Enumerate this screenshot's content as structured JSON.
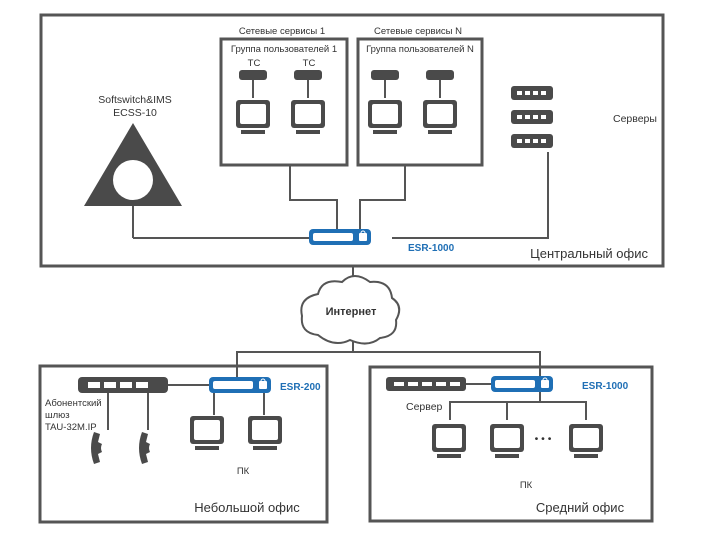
{
  "central_office": {
    "label": "Центральный офис",
    "softswitch": {
      "line1": "Softswitch&IMS",
      "line2": "ECSS-10"
    },
    "services_1": {
      "title": "Сетевые сервисы 1",
      "group": "Группа пользователей 1",
      "device_labels": [
        "ТС",
        "ТС"
      ]
    },
    "services_n": {
      "title": "Сетевые сервисы N",
      "group": "Группа пользователей N"
    },
    "servers_label": "Серверы",
    "router_label": "ESR-1000"
  },
  "internet_label": "Интернет",
  "small_office": {
    "label": "Небольшой офис",
    "gateway": {
      "line1": "Абонентский",
      "line2": "шлюз",
      "line3": "TAU-32M.IP"
    },
    "router_label": "ESR-200",
    "pc_label": "ПК"
  },
  "medium_office": {
    "label": "Средний офис",
    "server_label": "Сервер",
    "router_label": "ESR-1000",
    "pc_label": "ПК",
    "ellipsis": "• • •"
  },
  "colors": {
    "router_blue": "#1f6fb5",
    "frame": "#555555",
    "device": "#4a4a4a"
  }
}
